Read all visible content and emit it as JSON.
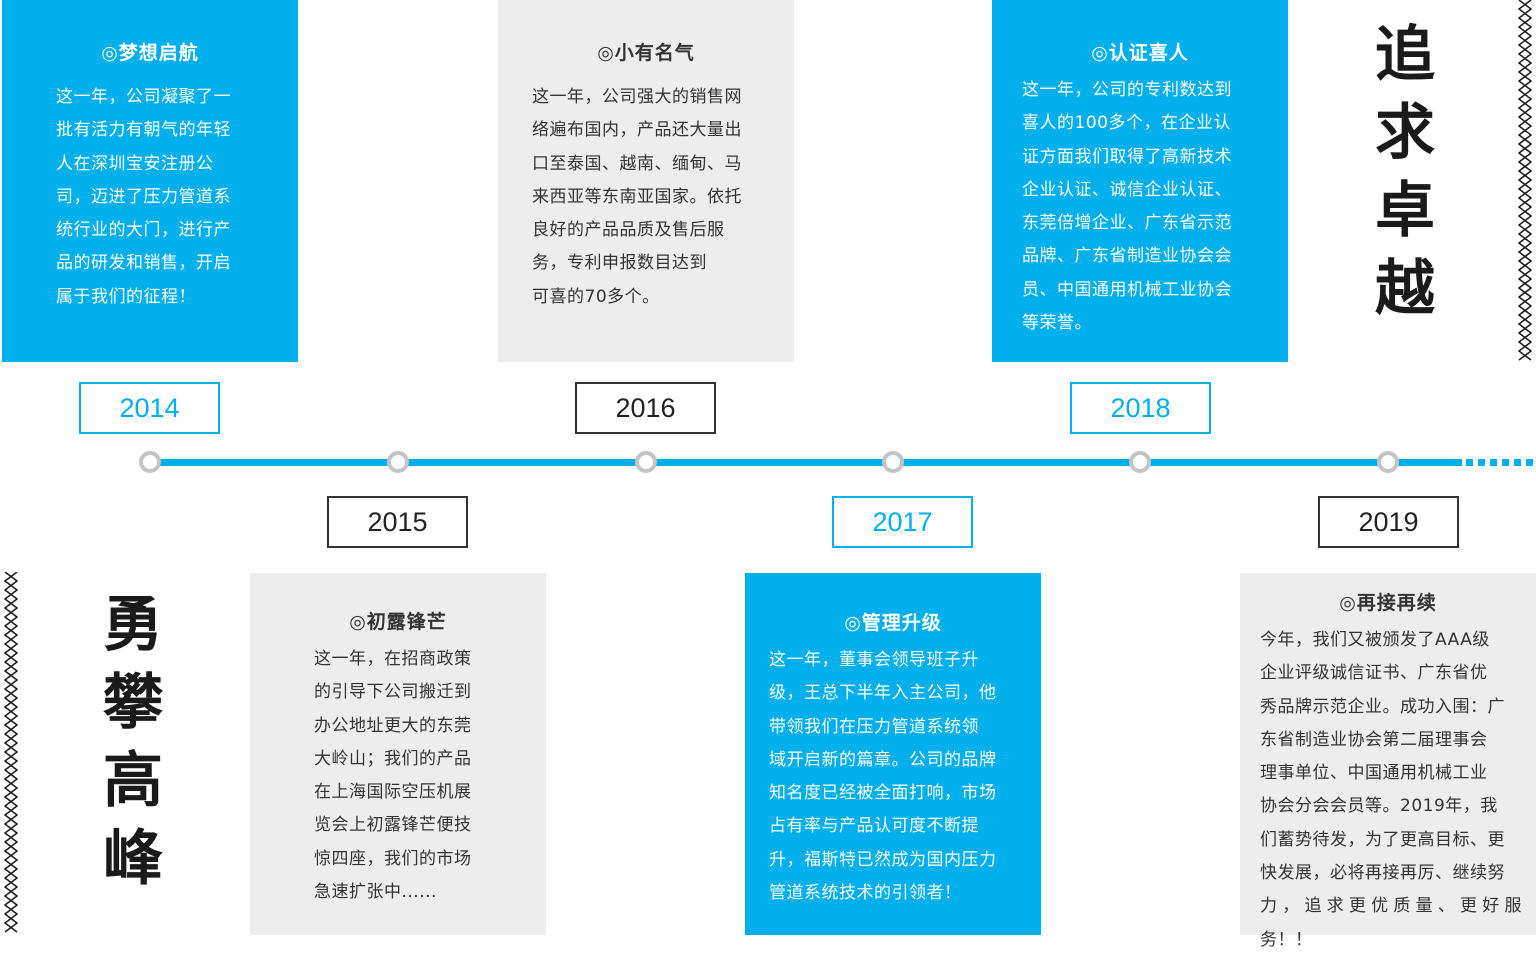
{
  "cards": {
    "c2014": {
      "title": "◎梦想启航",
      "lines": [
        "这一年，公司凝聚了一",
        "批有活力有朝气的年轻",
        "人在深圳宝安注册公",
        "司，迈进了压力管道系",
        "统行业的大门，进行产",
        "品的研发和销售，开启",
        "属于我们的征程！"
      ]
    },
    "c2016": {
      "title": "◎小有名气",
      "lines": [
        "这一年，公司强大的销售网",
        "络遍布国内，产品还大量出",
        "口至泰国、越南、缅甸、马",
        "来西亚等东南亚国家。依托",
        "良好的产品品质及售后服",
        "务，专利申报数目达到",
        "可喜的70多个。"
      ]
    },
    "c2018": {
      "title": "◎认证喜人",
      "lines": [
        "这一年，公司的专利数达到",
        "喜人的100多个，在企业认",
        "证方面我们取得了高新技术",
        "企业认证、诚信企业认证、",
        "东莞倍增企业、广东省示范",
        "品牌、广东省制造业协会会",
        "员、中国通用机械工业协会",
        "等荣誉。"
      ]
    },
    "c2015": {
      "title": "◎初露锋芒",
      "lines": [
        "这一年，在招商政策",
        "的引导下公司搬迁到",
        "办公地址更大的东莞",
        "大岭山；我们的产品",
        "在上海国际空压机展",
        "览会上初露锋芒便技",
        "惊四座，我们的市场",
        "急速扩张中......"
      ]
    },
    "c2017": {
      "title": "◎管理升级",
      "lines": [
        "这一年，董事会领导班子升",
        "级，王总下半年入主公司，他",
        "带领我们在压力管道系统领",
        "域开启新的篇章。公司的品牌",
        "知名度已经被全面打响，市场",
        "占有率与产品认可度不断提",
        "升，福斯特已然成为国内压力",
        "管道系统技术的引领者！"
      ]
    },
    "c2019": {
      "title": "◎再接再续",
      "lines": [
        "今年，我们又被颁发了AAA级",
        "企业评级诚信证书、广东省优",
        "秀品牌示范企业。成功入围：广",
        "东省制造业协会第二届理事会",
        "理事单位、中国通用机械工业",
        "协会分会会员等。2019年，我",
        "们蓄势待发，为了更高目标、更",
        "快发展，必将再接再厉、继续努",
        "力，追求更优质量、更好服务！！"
      ]
    }
  },
  "years": {
    "y2014": "2014",
    "y2015": "2015",
    "y2016": "2016",
    "y2017": "2017",
    "y2018": "2018",
    "y2019": "2019"
  },
  "slogans": {
    "top": [
      "追",
      "求",
      "卓",
      "越"
    ],
    "bottom": [
      "勇",
      "攀",
      "高",
      "峰"
    ]
  },
  "colors": {
    "accent": "#00afec",
    "grey_card": "#ededed",
    "node_border": "#c4c4c4",
    "dark": "#333333"
  }
}
